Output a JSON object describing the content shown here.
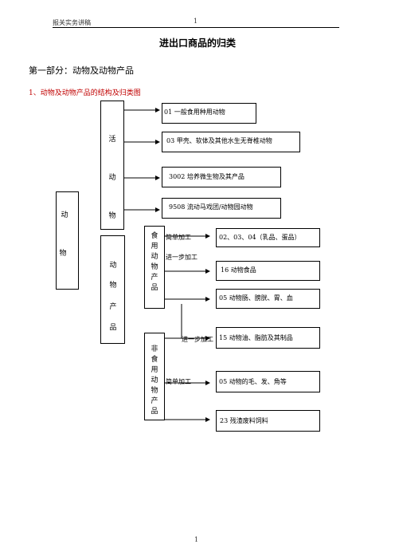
{
  "header": {
    "left_text": "报关实务讲稿",
    "page_num": "1"
  },
  "title": "进出口商品的归类",
  "part": "第一部分：动物及动物产品",
  "subheading": "1、动物及动物产品的结构及归类图",
  "diagram": {
    "root": {
      "char1": "动",
      "char2": "物"
    },
    "live": {
      "chars": [
        "活",
        "动",
        "物"
      ]
    },
    "product": {
      "chars": [
        "动",
        "物",
        "产",
        "品"
      ]
    },
    "edible": {
      "chars": [
        "食",
        "用",
        "动",
        "物",
        "产",
        "品"
      ]
    },
    "nonedible": {
      "chars": [
        "非",
        "食",
        "用",
        "动",
        "物",
        "产",
        "品"
      ]
    },
    "live_items": [
      "01 一般食用种用动物",
      "03 甲壳、软体及其他水生无脊椎动物",
      "3002 培养微生物及其产品",
      "9508  流动马戏团/动物园动物"
    ],
    "labels": {
      "simple1": "简单加工",
      "further1": "进一步加工",
      "further2": "进一步加工",
      "simple2": "简单加工"
    },
    "edible_items": [
      "02、03、04（乳品、蛋品）",
      "16 动物食品",
      "05  动物肠、膀胱、胃、血"
    ],
    "nonedible_items": [
      "15 动物油、脂肪及其制品",
      "05  动物的毛、发、角等",
      "23 残渣废料饲料"
    ]
  },
  "footer": {
    "page_num": "1"
  }
}
